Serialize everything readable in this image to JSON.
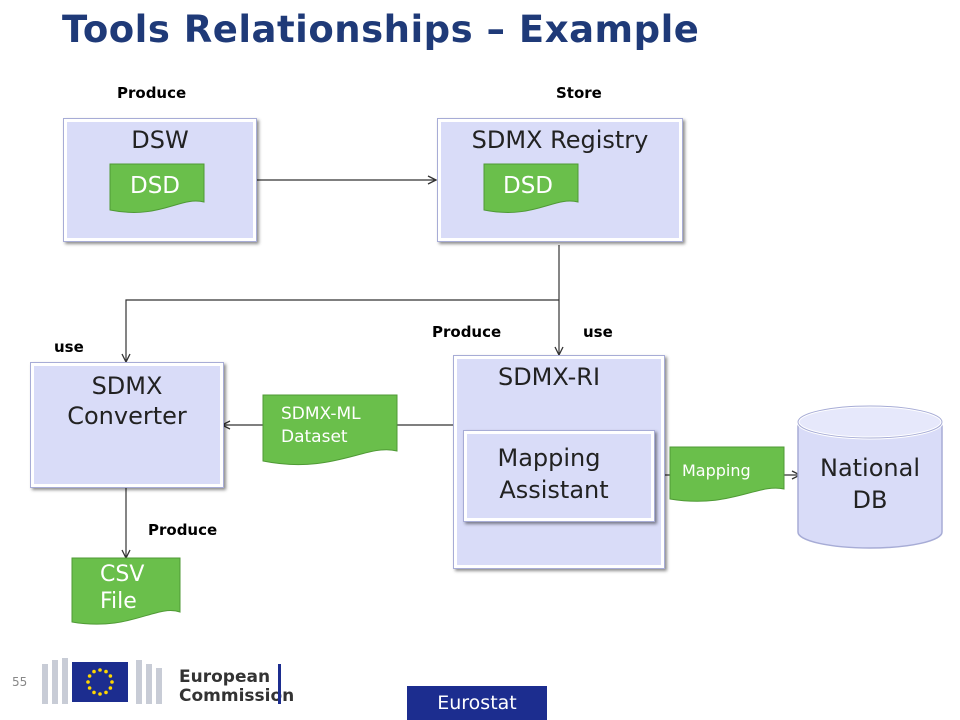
{
  "slide": {
    "title": "Tools Relationships – Example",
    "page_number": "55",
    "footer_label": "Eurostat",
    "logo": {
      "line1": "European",
      "line2": "Commission",
      "icon": "eu-flag-icon"
    }
  },
  "labels": {
    "produce_top": "Produce",
    "store": "Store",
    "use_left": "use",
    "produce_mid": "Produce",
    "use_mid": "use",
    "produce_bottom": "Produce"
  },
  "boxes": {
    "dsw": "DSW",
    "registry": "SDMX Registry",
    "converter_line1": "SDMX",
    "converter_line2": "Converter",
    "ri": "SDMX-RI",
    "mapping_assistant_line1": "Mapping",
    "mapping_assistant_line2": "Assistant"
  },
  "documents": {
    "dsd_dsw": "DSD",
    "dsd_registry": "DSD",
    "dataset_line1": "SDMX-ML",
    "dataset_line2": "Dataset",
    "mapping": "Mapping",
    "csv_line1": "CSV",
    "csv_line2": "File"
  },
  "database": {
    "line1": "National",
    "line2": "DB"
  },
  "colors": {
    "title": "#1f3a78",
    "box_fill": "#d9dcf8",
    "doc_fill": "#6abf4b",
    "footer": "#1c2d8f"
  }
}
